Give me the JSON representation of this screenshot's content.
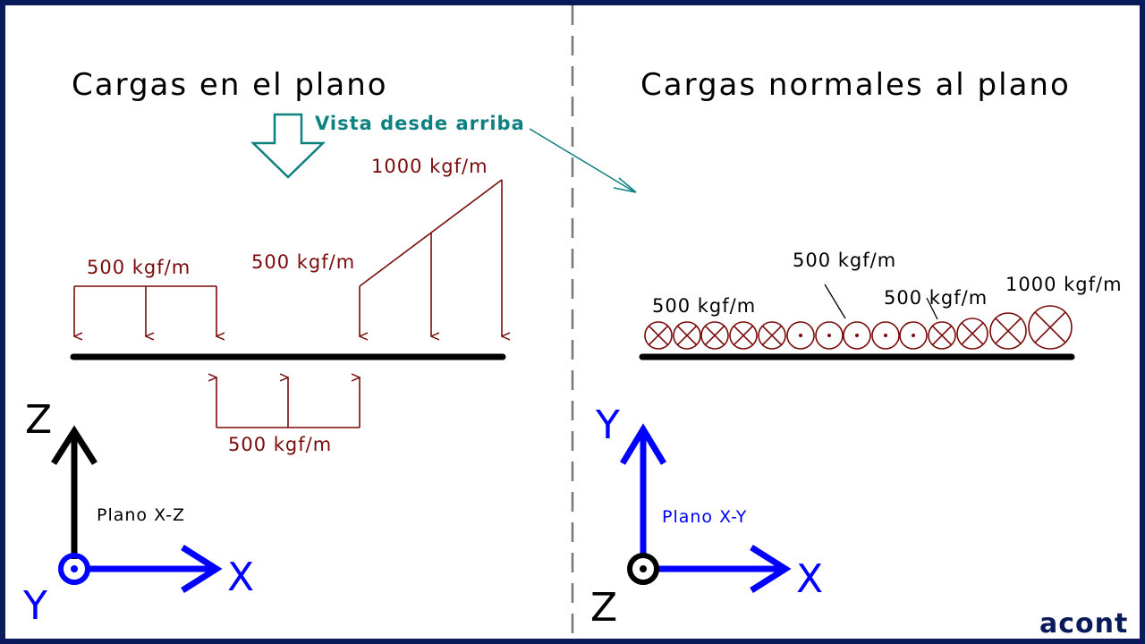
{
  "left_panel": {
    "title": "Cargas en el plano",
    "view_label": "Vista desde arriba",
    "load_top_left": "500 kgf/m",
    "load_trap_start": "500 kgf/m",
    "load_trap_end": "1000 kgf/m",
    "load_bottom": "500 kgf/m",
    "axes": {
      "vertical": "Z",
      "horizontal": "X",
      "normal": "Y",
      "plane": "Plano X-Z"
    }
  },
  "right_panel": {
    "title": "Cargas normales al plano",
    "load_into_1": "500 kgf/m",
    "load_out": "500 kgf/m",
    "load_into_2_start": "500 kgf/m",
    "load_into_2_end": "1000 kgf/m",
    "axes": {
      "vertical": "Y",
      "horizontal": "X",
      "normal": "Z",
      "plane": "Plano X-Y"
    }
  },
  "brand": "acont",
  "colors": {
    "frame": "#0b1a5a",
    "load": "#7a0a0a",
    "axis_blue": "#0000ff",
    "teal": "#0d8080"
  }
}
